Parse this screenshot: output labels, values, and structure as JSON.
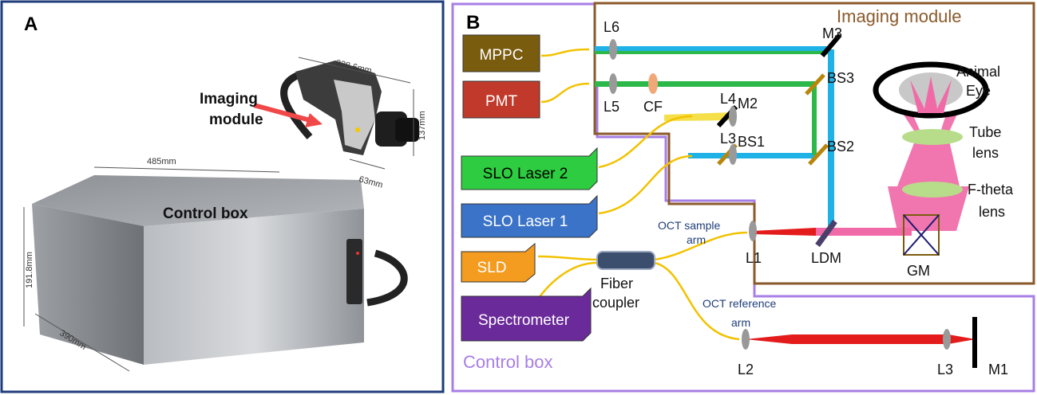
{
  "panel_a": {
    "letter": "A",
    "imaging_module_label_line1": "Imaging",
    "imaging_module_label_line2": "module",
    "control_box_label": "Control box",
    "dims": {
      "imaging_length": "328.6mm",
      "imaging_height": "137mm",
      "imaging_width": "63mm",
      "box_length": "485mm",
      "box_height": "191.8mm",
      "box_depth": "390mm"
    }
  },
  "panel_b": {
    "letter": "B",
    "imaging_module_title": "Imaging module",
    "control_box_title": "Control box",
    "boxes": {
      "mppc": "MPPC",
      "pmt": "PMT",
      "slo2": "SLO Laser 2",
      "slo1": "SLO Laser 1",
      "sld": "SLD",
      "spectrometer": "Spectrometer"
    },
    "lenses": {
      "l6": "L6",
      "l5": "L5",
      "l4": "L4",
      "l3": "L3",
      "l1": "L1",
      "l2": "L2",
      "l3_ref": "L3"
    },
    "mirrors": {
      "m3": "M3",
      "m2": "M2",
      "m1": "M1"
    },
    "splitters": {
      "bs3": "BS3",
      "bs1": "BS1",
      "bs2": "BS2",
      "ldm": "LDM"
    },
    "filter": "CF",
    "gm": "GM",
    "eye_line1": "Animal",
    "eye_line2": "Eye",
    "tube_line1": "Tube",
    "tube_line2": "lens",
    "ftheta_line1": "F-theta",
    "ftheta_line2": "lens",
    "oct_sample_line1": "OCT sample",
    "oct_sample_line2": "arm",
    "oct_ref_line1": "OCT reference",
    "oct_ref_line2": "arm",
    "fiber_line1": "Fiber",
    "fiber_line2": "coupler"
  },
  "colors": {
    "panel_a_frame": "#1f3d7a",
    "imaging_frame": "#8b5a2b",
    "control_frame": "#a77ee6",
    "mppc_fill": "#7a5c0f",
    "pmt_fill": "#c0392b",
    "slo2_fill": "#2ecc40",
    "slo1_fill": "#3b73c8",
    "sld_fill": "#f39c1f",
    "spectrometer_fill": "#6a2a9a",
    "fiber": "#f2c200",
    "oct_beam": "#e41b1b",
    "slo_cyan": "#1fb2e6",
    "slo_green": "#2db84a",
    "slo_yellow": "#f5e04a",
    "eye_beam": "#f06aa8"
  }
}
